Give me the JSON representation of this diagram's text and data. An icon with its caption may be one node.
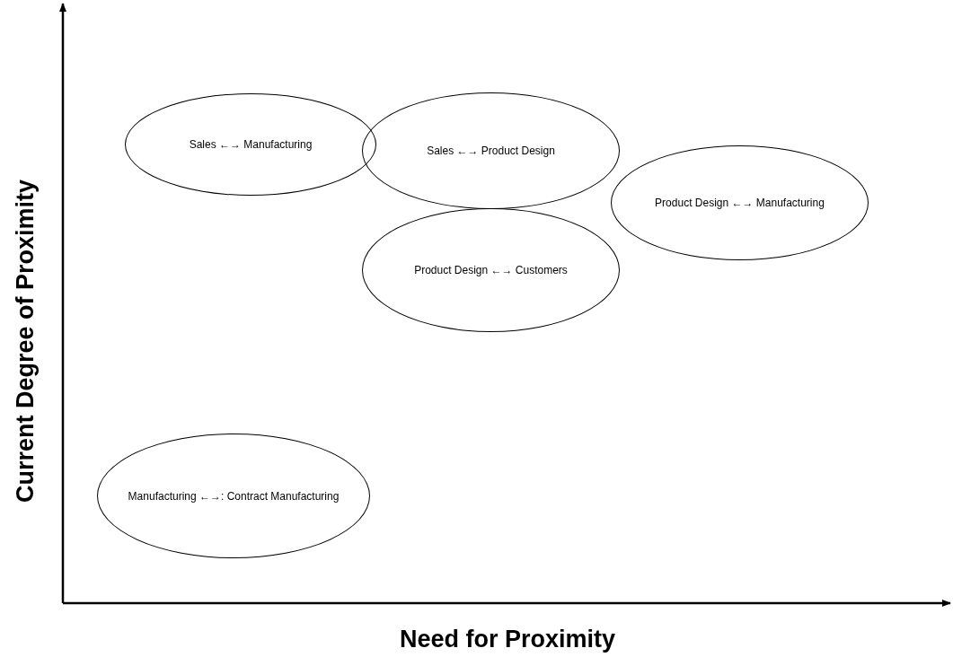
{
  "diagram": {
    "nodes": [
      {
        "text": [
          "Sales ←→ Manufacturing"
        ]
      },
      {
        "text": [
          "Sales ←→ Product Design"
        ]
      },
      {
        "text": [
          "Product Design ←→ Manufacturing"
        ]
      },
      {
        "text": [
          "Product Design ←→ Customers"
        ]
      },
      {
        "text": [
          "Manufacturing ←→: Contract Manufacturing"
        ]
      }
    ],
    "edges": [],
    "labels": [
      "Current Degree of Proximity",
      "Need for Proximity"
    ]
  }
}
